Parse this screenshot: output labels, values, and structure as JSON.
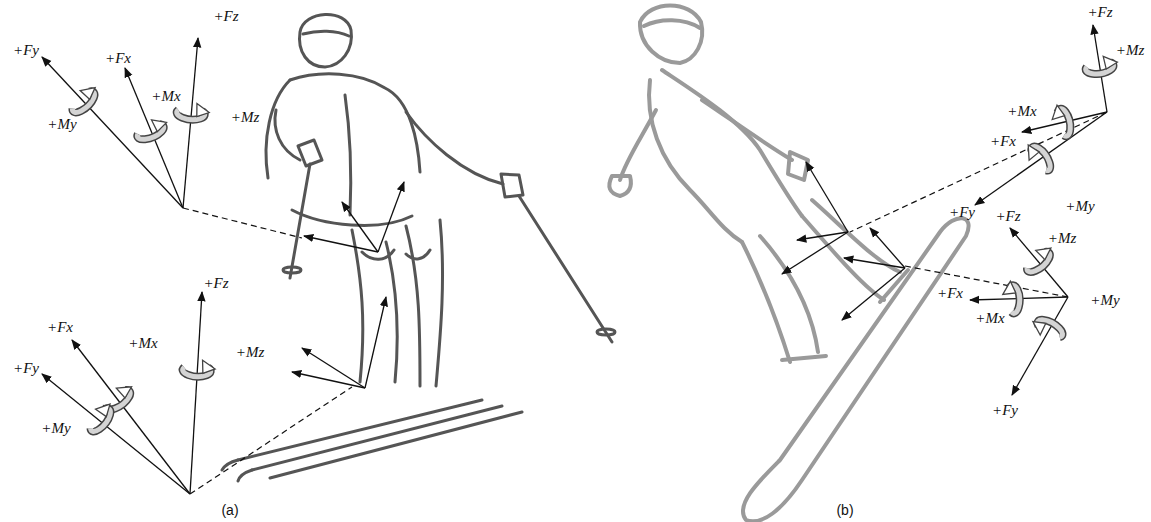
{
  "diagram": {
    "labels": [
      "+Fz",
      "+Fx",
      "+Mx",
      "+Mz",
      "+Fy",
      "+My",
      "+Fz",
      "+Fx",
      "+Mx",
      "+Mz",
      "+Fy",
      "+My",
      "+Fz",
      "+Mz",
      "+Mx",
      "+Fx",
      "+Fy",
      "+My",
      "+Fz",
      "+Mz",
      "+Fx",
      "+Mx",
      "+My",
      "+Fy",
      "(a)",
      "(b)"
    ]
  }
}
